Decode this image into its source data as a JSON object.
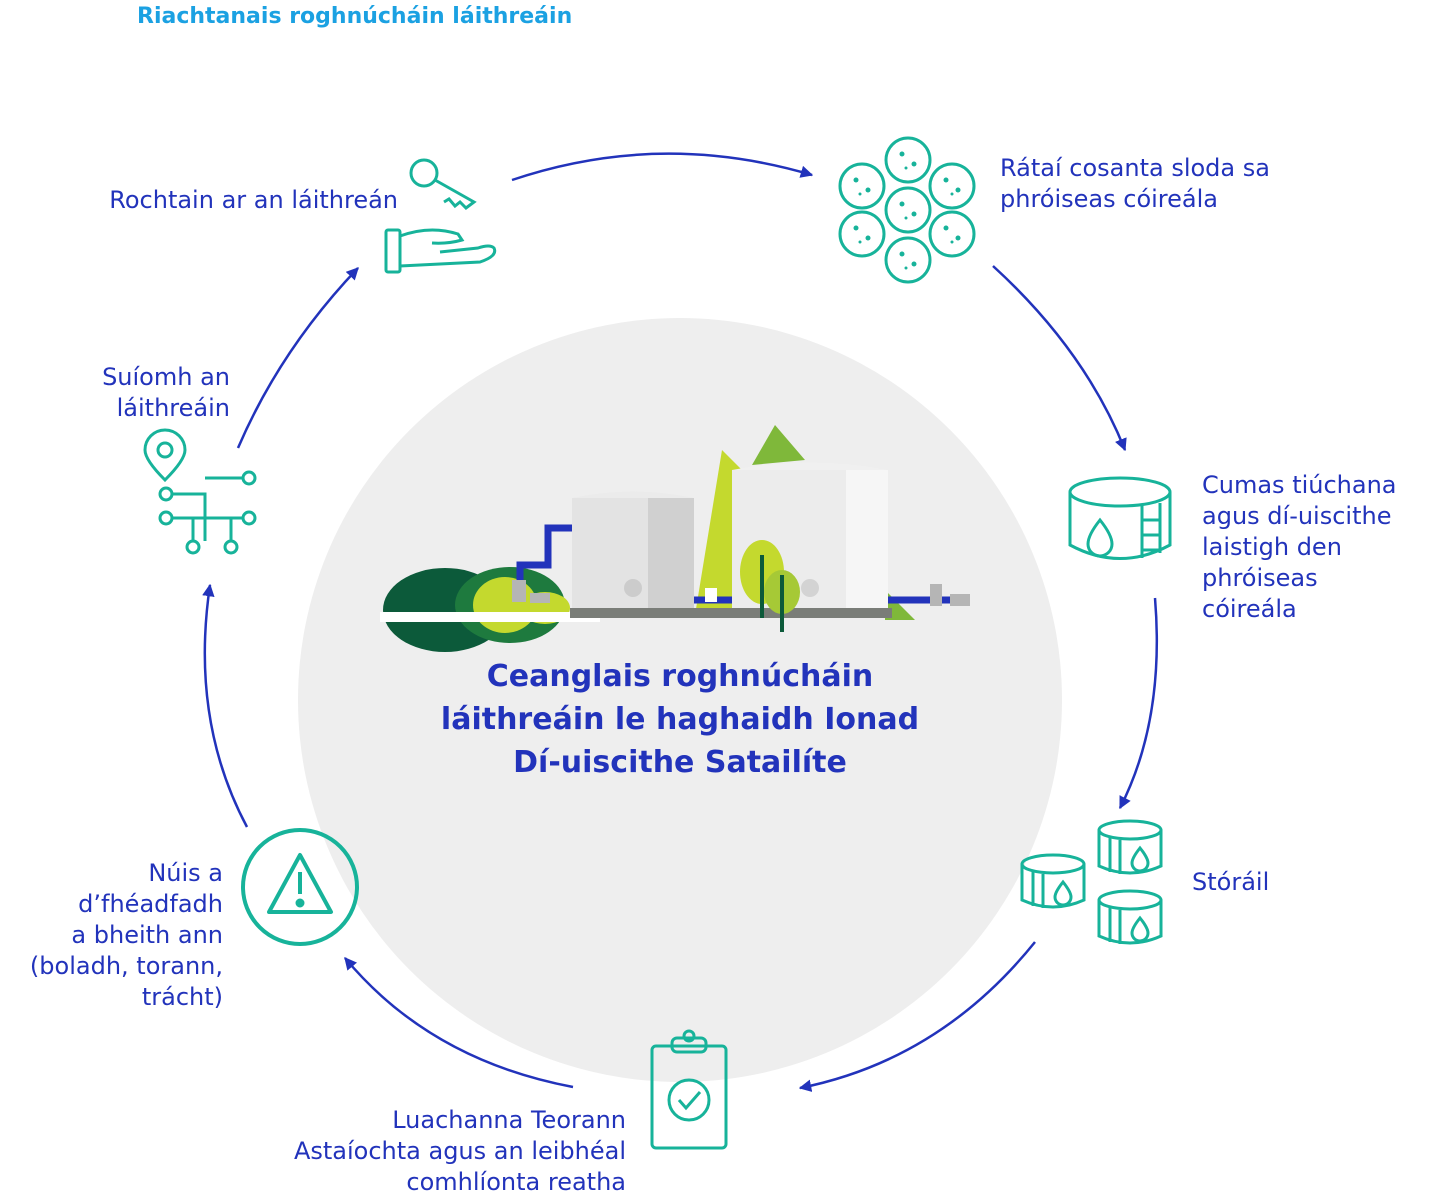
{
  "title": "Riachtanais roghnúcháin láithreáin",
  "center_title": "Ceanglais roghnúcháin\nláithreáin le haghaidh Ionad\nDí-uiscithe Satailíte",
  "colors": {
    "title": "#1ba1e2",
    "text": "#2233bb",
    "arrow": "#2233bb",
    "icon": "#17b39a",
    "circle_bg": "#eeeeee"
  },
  "steps": [
    {
      "label": "Rátaí cosanta sloda sa\nphróiseas cóireála",
      "icon": "sludge-cells-icon"
    },
    {
      "label": "Cumas tiúchana\nagus dí-uiscithe\nlaistigh den\nphróiseas\ncóireála",
      "icon": "tank-droplet-icon"
    },
    {
      "label": "Stóráil",
      "icon": "storage-tanks-icon"
    },
    {
      "label": "Luachanna Teorann\nAstaíochta agus an leibhéal\ncomhlíonta reatha",
      "icon": "clipboard-check-icon"
    },
    {
      "label": "Núis a\nd’fhéadfadh\na bheith ann\n(boladh, torann,\ntrácht)",
      "icon": "warning-icon"
    },
    {
      "label": "Suíomh an\nláithreáin",
      "icon": "location-network-icon"
    },
    {
      "label": "Rochtain ar an láithreán",
      "icon": "key-hand-icon"
    }
  ]
}
